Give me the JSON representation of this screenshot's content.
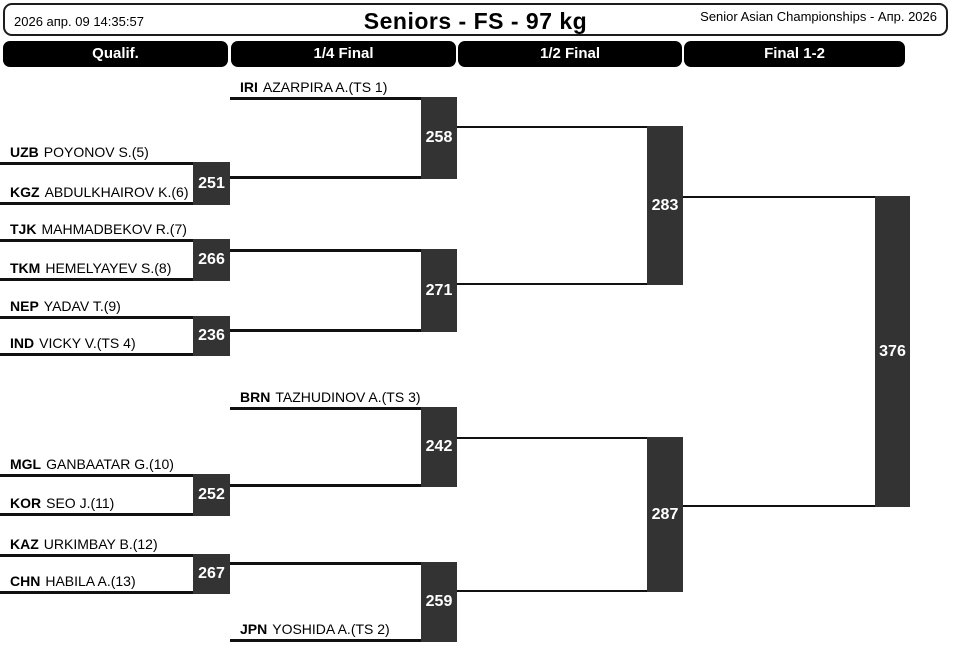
{
  "top_bar": {
    "datetime": "2026 апр. 09 14:35:57",
    "title": "Seniors - FS - 97 kg",
    "event": "Senior Asian Championships - Апр. 2026"
  },
  "rounds": [
    "Qualif.",
    "1/4 Final",
    "1/2 Final",
    "Final 1-2"
  ],
  "athletes": [
    {
      "noc": "IRI",
      "name": "AZARPIRA A.(TS 1)"
    },
    {
      "noc": "UZB",
      "name": "POYONOV S.(5)"
    },
    {
      "noc": "KGZ",
      "name": "ABDULKHAIROV K.(6)"
    },
    {
      "noc": "TJK",
      "name": "MAHMADBEKOV R.(7)"
    },
    {
      "noc": "TKM",
      "name": "HEMELYAYEV S.(8)"
    },
    {
      "noc": "NEP",
      "name": "YADAV T.(9)"
    },
    {
      "noc": "IND",
      "name": "VICKY V.(TS 4)"
    },
    {
      "noc": "BRN",
      "name": "TAZHUDINOV A.(TS 3)"
    },
    {
      "noc": "MGL",
      "name": "GANBAATAR G.(10)"
    },
    {
      "noc": "KOR",
      "name": "SEO J.(11)"
    },
    {
      "noc": "KAZ",
      "name": "URKIMBAY B.(12)"
    },
    {
      "noc": "CHN",
      "name": "HABILA A.(13)"
    },
    {
      "noc": "JPN",
      "name": "YOSHIDA A.(TS 2)"
    }
  ],
  "matches": {
    "qualif": [
      "251",
      "266",
      "236",
      "252",
      "267"
    ],
    "quarterfinal": [
      "258",
      "271",
      "242",
      "259"
    ],
    "semifinal": [
      "283",
      "287"
    ],
    "final": [
      "376"
    ]
  },
  "colors": {
    "header_bar": "#000000",
    "match_box": "#333333",
    "line": "#111111"
  }
}
